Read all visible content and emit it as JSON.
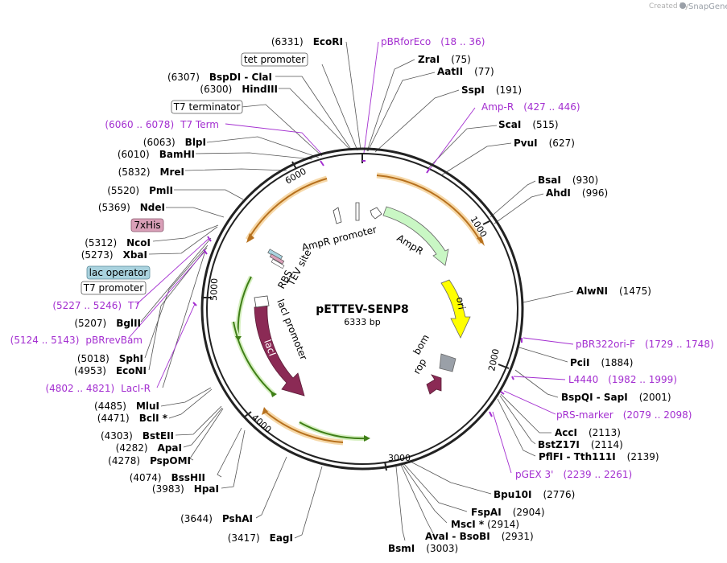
{
  "watermark": {
    "created_by": "Created by",
    "brand": "SnapGene"
  },
  "plasmid": {
    "name": "pETTEV-SENP8",
    "size": "6333 bp"
  },
  "ruler": [
    "1000",
    "2000",
    "3000",
    "4000",
    "5000",
    "6000"
  ],
  "features": {
    "amp_promoter": "AmpR promoter",
    "ampr": "AmpR",
    "ori": "ori",
    "bom": "bom",
    "rop": "rop",
    "laci": "lacI",
    "laci_promoter": "lacI promoter",
    "rbs": "RBS",
    "tev_site": "TEV site"
  },
  "sites_right": [
    {
      "pos": "(75)",
      "name": "ZraI"
    },
    {
      "pos": "(77)",
      "name": "AatII"
    },
    {
      "pos": "(191)",
      "name": "SspI"
    },
    {
      "pos": "(515)",
      "name": "ScaI"
    },
    {
      "pos": "(627)",
      "name": "PvuI"
    },
    {
      "pos": "(930)",
      "name": "BsaI"
    },
    {
      "pos": "(996)",
      "name": "AhdI"
    },
    {
      "pos": "(1475)",
      "name": "AlwNI"
    },
    {
      "pos": "(1884)",
      "name": "PciI"
    },
    {
      "pos": "(2001)",
      "name": "BspQI - SapI"
    },
    {
      "pos": "(2113)",
      "name": "AccI"
    },
    {
      "pos": "(2114)",
      "name": "BstZ17I"
    },
    {
      "pos": "(2139)",
      "name": "PflFI - Tth111I"
    },
    {
      "pos": "(2776)",
      "name": "Bpu10I"
    },
    {
      "pos": "(2904)",
      "name": "FspAI"
    },
    {
      "pos": "(2914)",
      "name": "MscI *"
    },
    {
      "pos": "(2931)",
      "name": "AvaI - BsoBI"
    },
    {
      "pos": "(3003)",
      "name": "BsmI"
    }
  ],
  "sites_left": [
    {
      "pos": "(6331)",
      "name": "EcoRI"
    },
    {
      "pos": "(6307)",
      "name": "BspDI - ClaI"
    },
    {
      "pos": "(6300)",
      "name": "HindIII"
    },
    {
      "pos": "(6063)",
      "name": "BlpI"
    },
    {
      "pos": "(6010)",
      "name": "BamHI"
    },
    {
      "pos": "(5832)",
      "name": "MreI"
    },
    {
      "pos": "(5520)",
      "name": "PmlI"
    },
    {
      "pos": "(5369)",
      "name": "NdeI"
    },
    {
      "pos": "(5312)",
      "name": "NcoI"
    },
    {
      "pos": "(5273)",
      "name": "XbaI"
    },
    {
      "pos": "(5207)",
      "name": "BglII"
    },
    {
      "pos": "(5018)",
      "name": "SphI"
    },
    {
      "pos": "(4953)",
      "name": "EcoNI"
    },
    {
      "pos": "(4485)",
      "name": "MluI"
    },
    {
      "pos": "(4471)",
      "name": "BclI *"
    },
    {
      "pos": "(4303)",
      "name": "BstEII"
    },
    {
      "pos": "(4282)",
      "name": "ApaI"
    },
    {
      "pos": "(4278)",
      "name": "PspOMI"
    },
    {
      "pos": "(4074)",
      "name": "BssHII"
    },
    {
      "pos": "(3983)",
      "name": "HpaI"
    },
    {
      "pos": "(3644)",
      "name": "PshAI"
    },
    {
      "pos": "(3417)",
      "name": "EagI"
    }
  ],
  "primers": [
    {
      "name": "pBRforEco",
      "range": "(18 .. 36)"
    },
    {
      "name": "Amp-R",
      "range": "(427 .. 446)"
    },
    {
      "name": "pBR322ori-F",
      "range": "(1729 .. 1748)"
    },
    {
      "name": "L4440",
      "range": "(1982 .. 1999)"
    },
    {
      "name": "pRS-marker",
      "range": "(2079 .. 2098)"
    },
    {
      "name": "pGEX 3'",
      "range": "(2239 .. 2261)"
    },
    {
      "name": "T7 Term",
      "range": "(6060 .. 6078)"
    },
    {
      "name": "T7",
      "range": "(5227 .. 5246)"
    },
    {
      "name": "pBRrevBam",
      "range": "(5124 .. 5143)"
    },
    {
      "name": "LacI-R",
      "range": "(4802 .. 4821)"
    }
  ],
  "boxed_labels": [
    {
      "text": "tet promoter",
      "fill": "#ffffff"
    },
    {
      "text": "T7 terminator",
      "fill": "#ffffff"
    },
    {
      "text": "7xHis",
      "fill": "#d9a0b8"
    },
    {
      "text": "lac operator",
      "fill": "#a9d2de"
    },
    {
      "text": "T7 promoter",
      "fill": "#ffffff"
    }
  ],
  "colors": {
    "primer": "#a32ed0",
    "ampr": "#c9f7c4",
    "ori": "#ffff00",
    "laci": "#8b2a55",
    "bom": "#9aa0a8",
    "orange_arc": "#d08a2a",
    "green_arc": "#6aa829"
  }
}
